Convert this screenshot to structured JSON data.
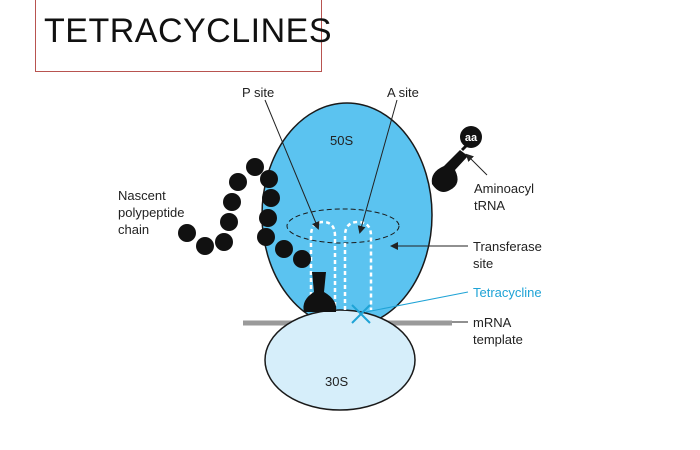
{
  "title": "TETRACYCLINES",
  "labels": {
    "p_site": "P site",
    "a_site": "A site",
    "large_subunit": "50S",
    "small_subunit": "30S",
    "aa": "aa",
    "aminoacyl_1": "Aminoacyl",
    "aminoacyl_2": "tRNA",
    "nascent_1": "Nascent",
    "nascent_2": "polypeptide",
    "nascent_3": "chain",
    "transferase_1": "Transferase",
    "transferase_2": "site",
    "tetracycline": "Tetracycline",
    "mrna_1": "mRNA",
    "mrna_2": "template"
  },
  "colors": {
    "large_subunit_fill": "#5bc3f0",
    "small_subunit_fill": "#d6eefa",
    "tetracycline": "#1fa3d6",
    "mrna": "#9a9a9a",
    "title_border": "#b85450"
  }
}
